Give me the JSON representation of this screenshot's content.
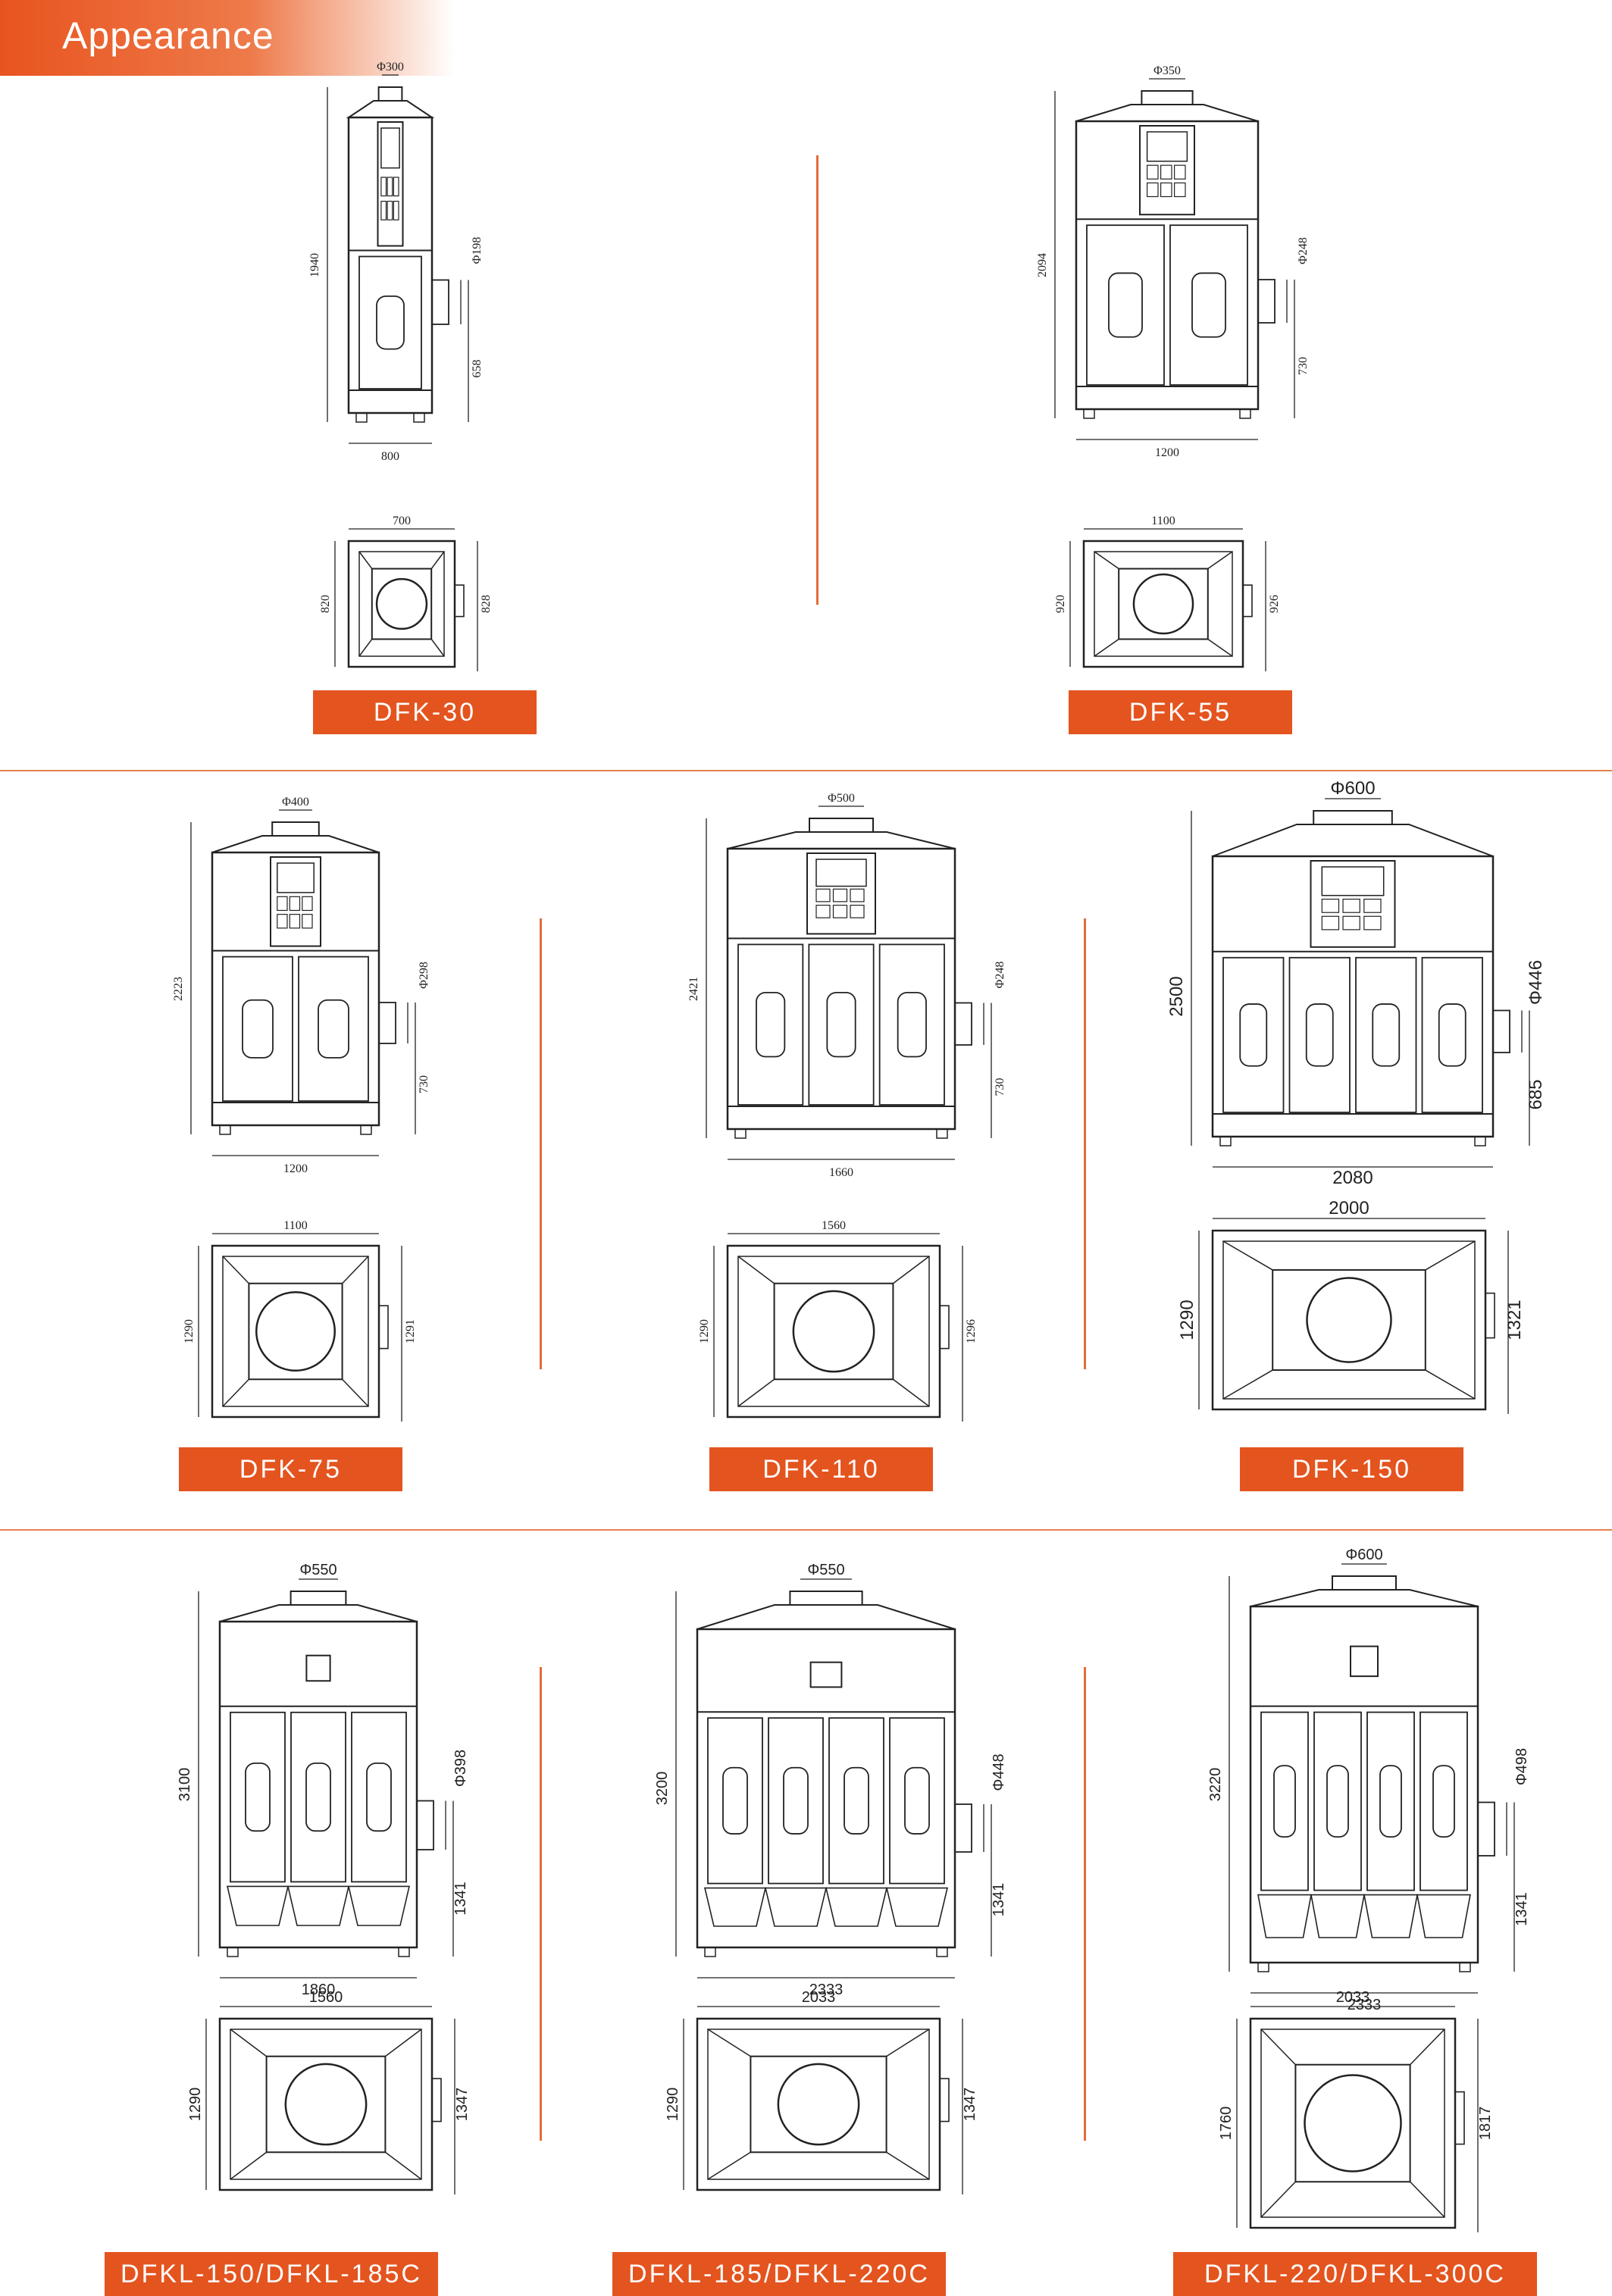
{
  "header": {
    "title": "Appearance"
  },
  "models": [
    {
      "label": "DFK-30",
      "front": {
        "inlet": "Φ300",
        "height": "1940",
        "outlet": "Φ198",
        "outlet_h": "658",
        "width": "800"
      },
      "top": {
        "width": "700",
        "depth_l": "820",
        "depth_r": "828"
      }
    },
    {
      "label": "DFK-55",
      "front": {
        "inlet": "Φ350",
        "height": "2094",
        "outlet": "Φ248",
        "outlet_h": "730",
        "width": "1200"
      },
      "top": {
        "width": "1100",
        "depth_l": "920",
        "depth_r": "926"
      }
    },
    {
      "label": "DFK-75",
      "front": {
        "inlet": "Φ400",
        "height": "2223",
        "outlet": "Φ298",
        "outlet_h": "730",
        "width": "1200"
      },
      "top": {
        "width": "1100",
        "depth_l": "1290",
        "depth_r": "1291"
      }
    },
    {
      "label": "DFK-110",
      "front": {
        "inlet": "Φ500",
        "height": "2421",
        "outlet": "Φ248",
        "outlet_h": "730",
        "width": "1660"
      },
      "top": {
        "width": "1560",
        "depth_l": "1290",
        "depth_r": "1296"
      }
    },
    {
      "label": "DFK-150",
      "front": {
        "inlet": "Φ600",
        "height": "2500",
        "outlet": "Φ446",
        "outlet_h": "685",
        "width": "2080"
      },
      "top": {
        "width": "2000",
        "depth_l": "1290",
        "depth_r": "1321"
      }
    },
    {
      "label": "DFKL-150/DFKL-185C",
      "front": {
        "inlet": "Φ550",
        "height": "3100",
        "outlet": "Φ398",
        "outlet_h": "1341",
        "width": "1860"
      },
      "top": {
        "width": "1560",
        "depth_l": "1290",
        "depth_r": "1347"
      }
    },
    {
      "label": "DFKL-185/DFKL-220C",
      "front": {
        "inlet": "Φ550",
        "height": "3200",
        "outlet": "Φ448",
        "outlet_h": "1341",
        "width": "2333"
      },
      "top": {
        "width": "2033",
        "depth_l": "1290",
        "depth_r": "1347"
      }
    },
    {
      "label": "DFKL-220/DFKL-300C",
      "front": {
        "inlet": "Φ600",
        "height": "3220",
        "outlet": "Φ498",
        "outlet_h": "1341",
        "width": "2333"
      },
      "top": {
        "width": "2033",
        "depth_l": "1760",
        "depth_r": "1817"
      }
    }
  ],
  "colors": {
    "accent": "#e4541f",
    "divider": "#e4804f",
    "line": "#222222"
  }
}
